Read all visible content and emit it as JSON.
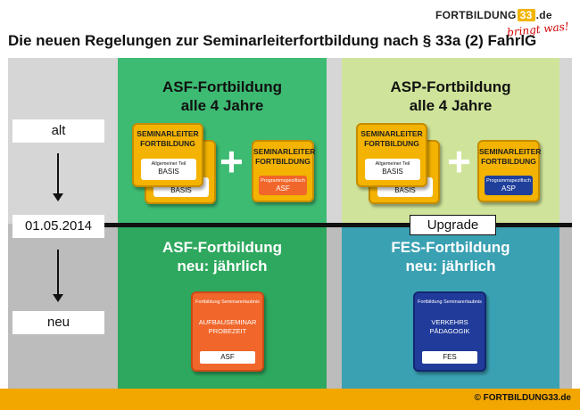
{
  "logo": {
    "pre": "FORTBILDUNG",
    "num": "33",
    "post": ".de",
    "slogan": "bringt was!"
  },
  "title": "Die neuen Regelungen zur Seminarleiterfortbildung nach § 33a (2) FahrlG",
  "timeline": {
    "alt": "alt",
    "date": "01.05.2014",
    "neu": "neu",
    "upgrade": "Upgrade"
  },
  "asf_top": {
    "line1": "ASF-Fortbildung",
    "line2": "alle 4 Jahre"
  },
  "asp_top": {
    "line1": "ASP-Fortbildung",
    "line2": "alle 4 Jahre"
  },
  "asf_bot": {
    "line1": "ASF-Fortbildung",
    "line2": "neu: jährlich"
  },
  "fes_bot": {
    "line1": "FES-Fortbildung",
    "line2": "neu: jährlich"
  },
  "card_title": "SEMINARLEITER FORTBILDUNG",
  "basis_card": {
    "small": "Allgemeiner Teil",
    "big": "BASIS",
    "back_big": "BASIS"
  },
  "asf_card": {
    "small": "Programmspezifisch",
    "big": "ASF"
  },
  "asp_card": {
    "small": "Programmspezifisch",
    "big": "ASP"
  },
  "plus": "+",
  "asf_square": {
    "small": "Fortbildung Seminarerlaubnis",
    "main1": "AUFBAUSEMINAR",
    "main2": "PROBEZEIT",
    "label": "ASF"
  },
  "fes_square": {
    "small": "Fortbildung Seminarerlaubnis",
    "main1": "VERKEHRS",
    "main2": "PÄDAGOGIK",
    "label": "FES"
  },
  "footer": "© FORTBILDUNG33.de",
  "colors": {
    "green": "#3dbb73",
    "lime": "#cfe49a",
    "teal": "#3aa1b3",
    "gold": "#f4b300",
    "orange": "#f1662a",
    "navy": "#213b9a",
    "footer": "#f2a600"
  }
}
